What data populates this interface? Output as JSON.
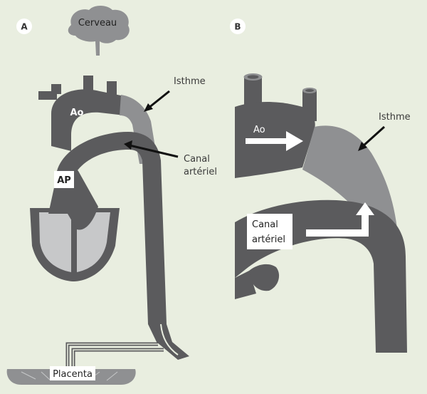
{
  "panels": {
    "a": {
      "letter": "A"
    },
    "b": {
      "letter": "B"
    }
  },
  "labels": {
    "cerveau": "Cerveau",
    "isthme": "Isthme",
    "ao": "Ao",
    "ap": "AP",
    "canal_line1": "Canal",
    "canal_line2": "artériel",
    "placenta": "Placenta"
  },
  "colors": {
    "background": "#e9eee0",
    "vessel_dark": "#5b5b5d",
    "vessel_light": "#8f9092",
    "chamber": "#c7c8c9",
    "arrow_white": "#ffffff",
    "arrow_black": "#111111"
  }
}
